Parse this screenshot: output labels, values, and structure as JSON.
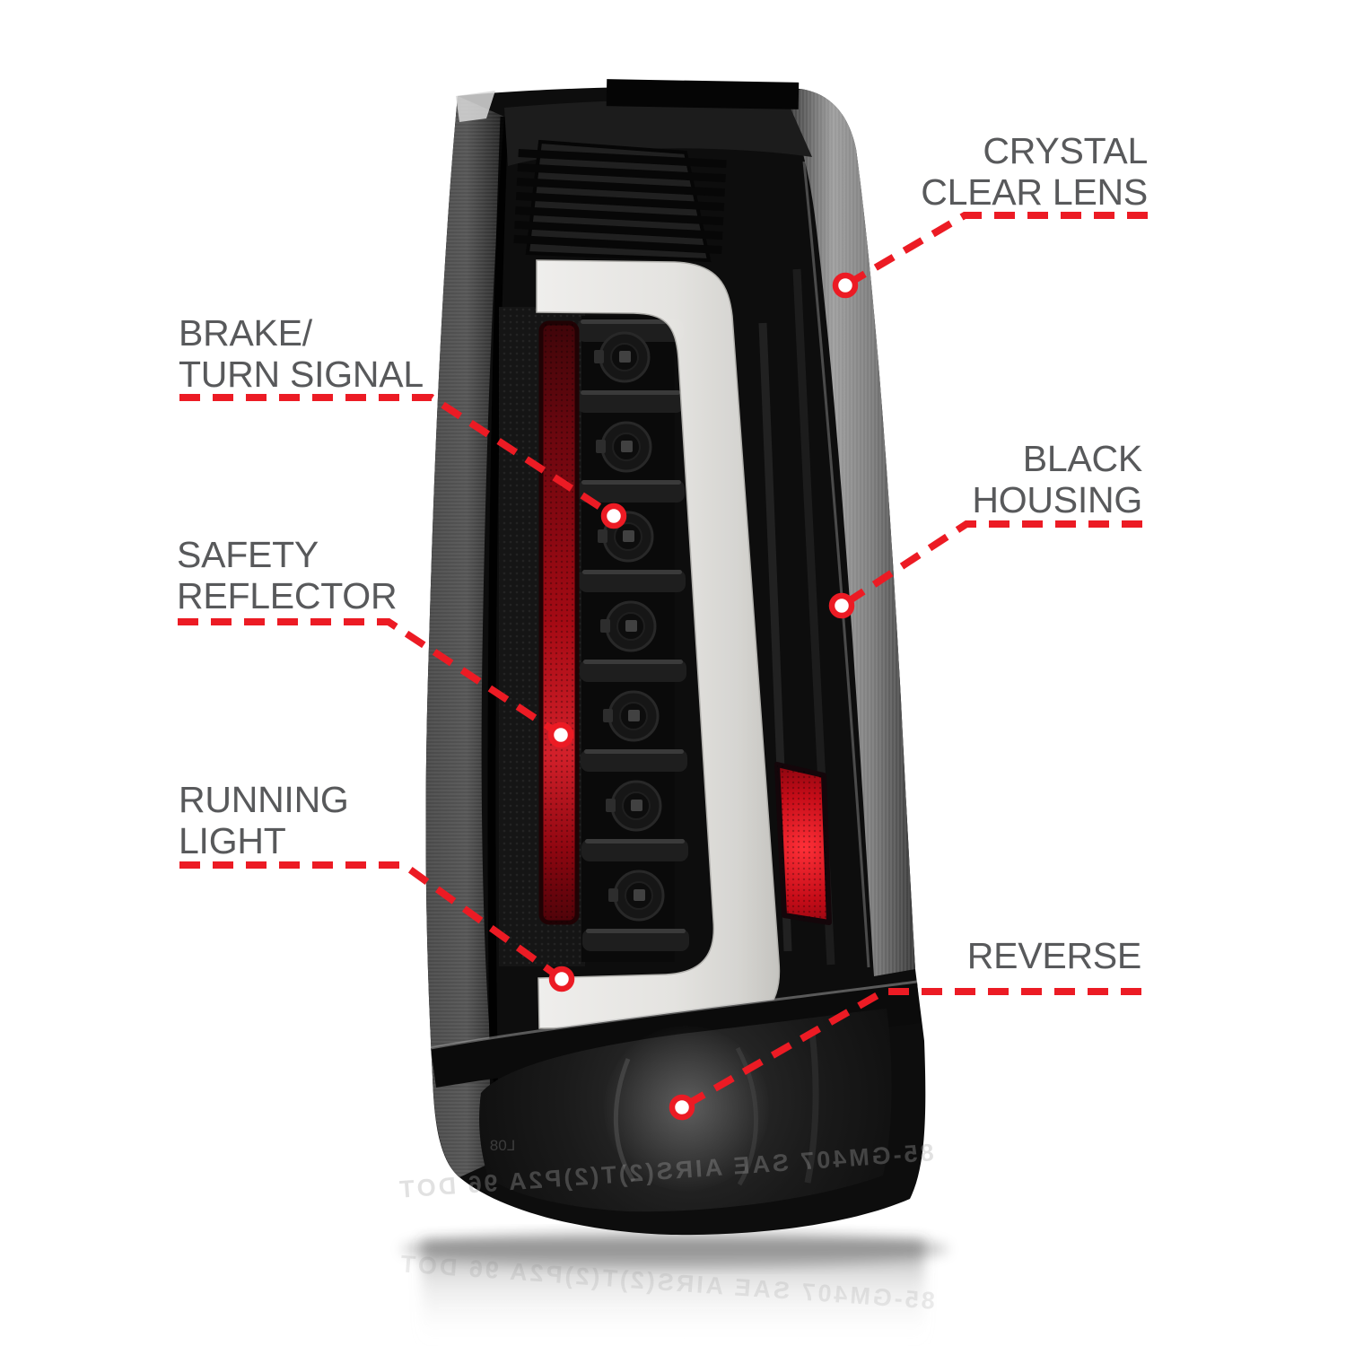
{
  "page": {
    "background": "#ffffff"
  },
  "product": {
    "name": "led-tail-light",
    "lens_marking_mirrored": "85-GM407 SAE AIRS(2)T(2)P2A 96 DOT",
    "lens_marking_small": "L08",
    "colors": {
      "accent_red": "#ec1b24",
      "label_gray": "#58595b",
      "housing_black": "#0d0d0d",
      "tube_white": "#efeeec",
      "reflector_red": "#b90c16"
    }
  },
  "callouts": [
    {
      "id": "crystal-clear-lens",
      "label": "CRYSTAL\nCLEAR LENS",
      "align": "right"
    },
    {
      "id": "brake-turn-signal",
      "label": "BRAKE/\nTURN SIGNAL",
      "align": "left"
    },
    {
      "id": "safety-reflector",
      "label": "SAFETY\nREFLECTOR",
      "align": "left"
    },
    {
      "id": "running-light",
      "label": "RUNNING\nLIGHT",
      "align": "left"
    },
    {
      "id": "black-housing",
      "label": "BLACK\nHOUSING",
      "align": "right"
    },
    {
      "id": "reverse",
      "label": "REVERSE",
      "align": "right"
    }
  ]
}
